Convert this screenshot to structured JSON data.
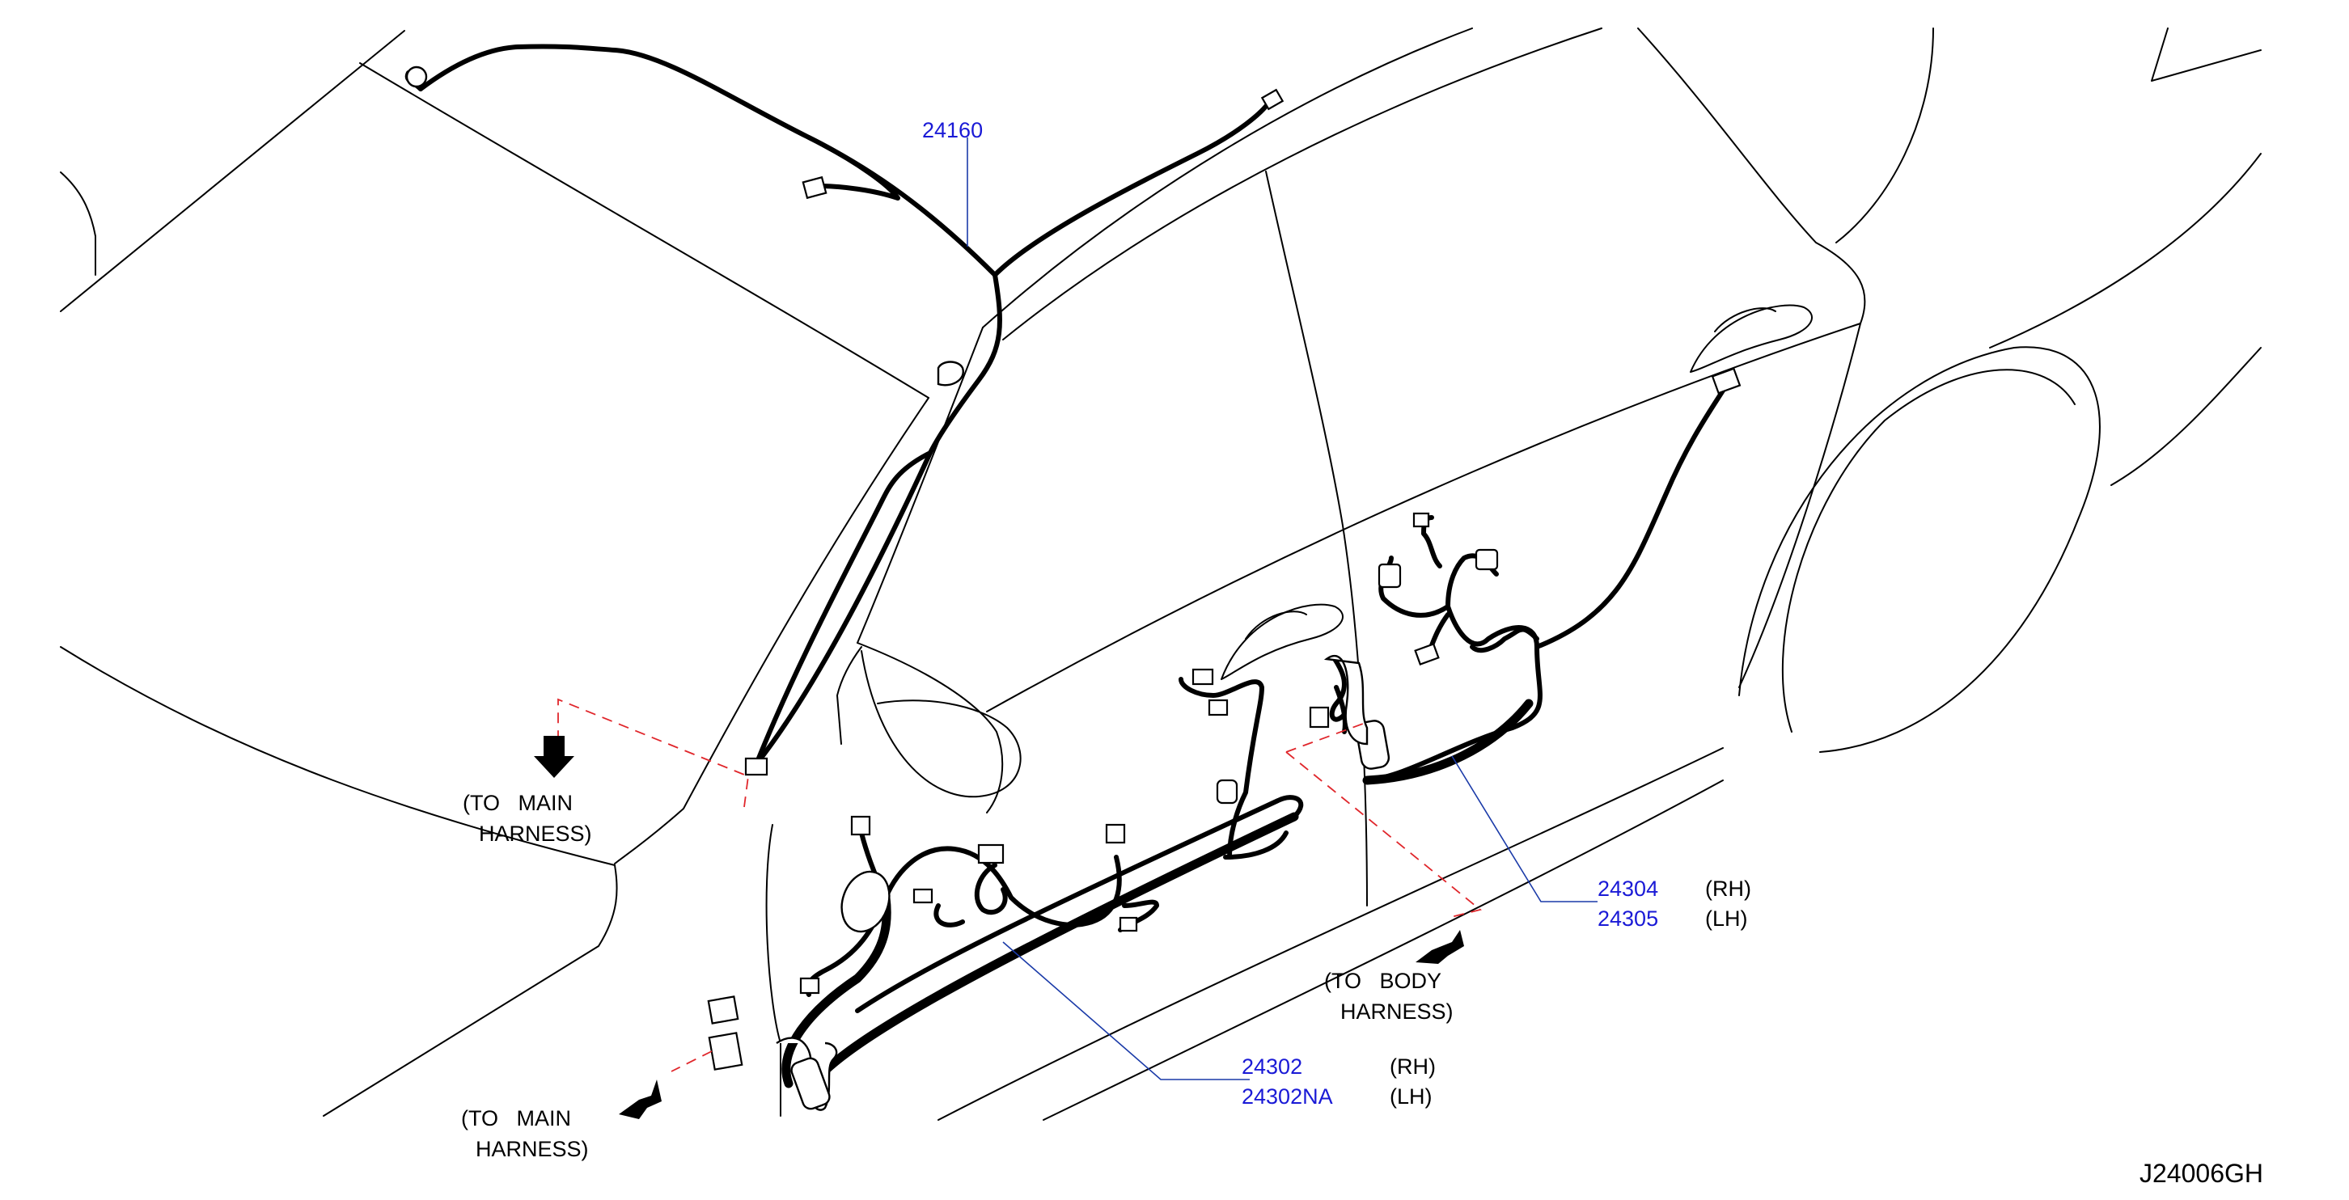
{
  "colors": {
    "part_number": "#1a1ad6",
    "leader": "#1a3aa8",
    "dash": "#e0262b",
    "line": "#000000"
  },
  "callouts": {
    "roof_harness": {
      "part": "24160"
    },
    "front_door": {
      "part_rh": "24302",
      "side_rh": "(RH)",
      "part_lh": "24302NA",
      "side_lh": "(LH)"
    },
    "rear_door": {
      "part_rh": "24304",
      "side_rh": "(RH)",
      "part_lh": "24305",
      "side_lh": "(LH)"
    }
  },
  "notes": {
    "main_harness_upper": {
      "line1": "(TO   MAIN",
      "line2": "HARNESS)"
    },
    "main_harness_lower": {
      "line1": "(TO   MAIN",
      "line2": "HARNESS)"
    },
    "body_harness": {
      "line1": "(TO   BODY",
      "line2": "HARNESS)"
    }
  },
  "diagram_code": "J24006GH"
}
